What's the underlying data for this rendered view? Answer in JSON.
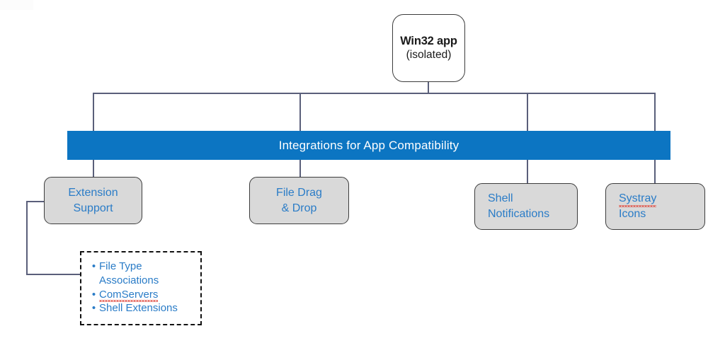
{
  "diagram": {
    "title_box": {
      "line1": "Win32 app",
      "line2": "(isolated)"
    },
    "banner": {
      "label": "Integrations for App Compatibility",
      "color": "#0c75c2",
      "text_color": "#ffffff"
    },
    "leaves": [
      {
        "line1": "Extension",
        "line2": "Support",
        "align": "center"
      },
      {
        "line1": "File Drag",
        "line2": "& Drop",
        "align": "center"
      },
      {
        "line1": "Shell",
        "line2": "Notifications",
        "align": "left"
      },
      {
        "line1": "Systray",
        "line2": "Icons",
        "align": "left",
        "misspelled_line1": true
      }
    ],
    "sub_list": {
      "bullet_glyph": "•",
      "items": [
        {
          "text": "File Type Associations",
          "misspelled": false
        },
        {
          "text": "ComServers",
          "misspelled": true
        },
        {
          "text": "Shell Extensions",
          "misspelled": false
        }
      ]
    },
    "colors": {
      "leaf_fill": "#d9d9d9",
      "leaf_border": "#3c3c3c",
      "leaf_text": "#2a7cc7",
      "connector": "#5a5f7a",
      "accent_blue": "#0c75c2",
      "spellcheck_red": "#e04a3f"
    }
  }
}
